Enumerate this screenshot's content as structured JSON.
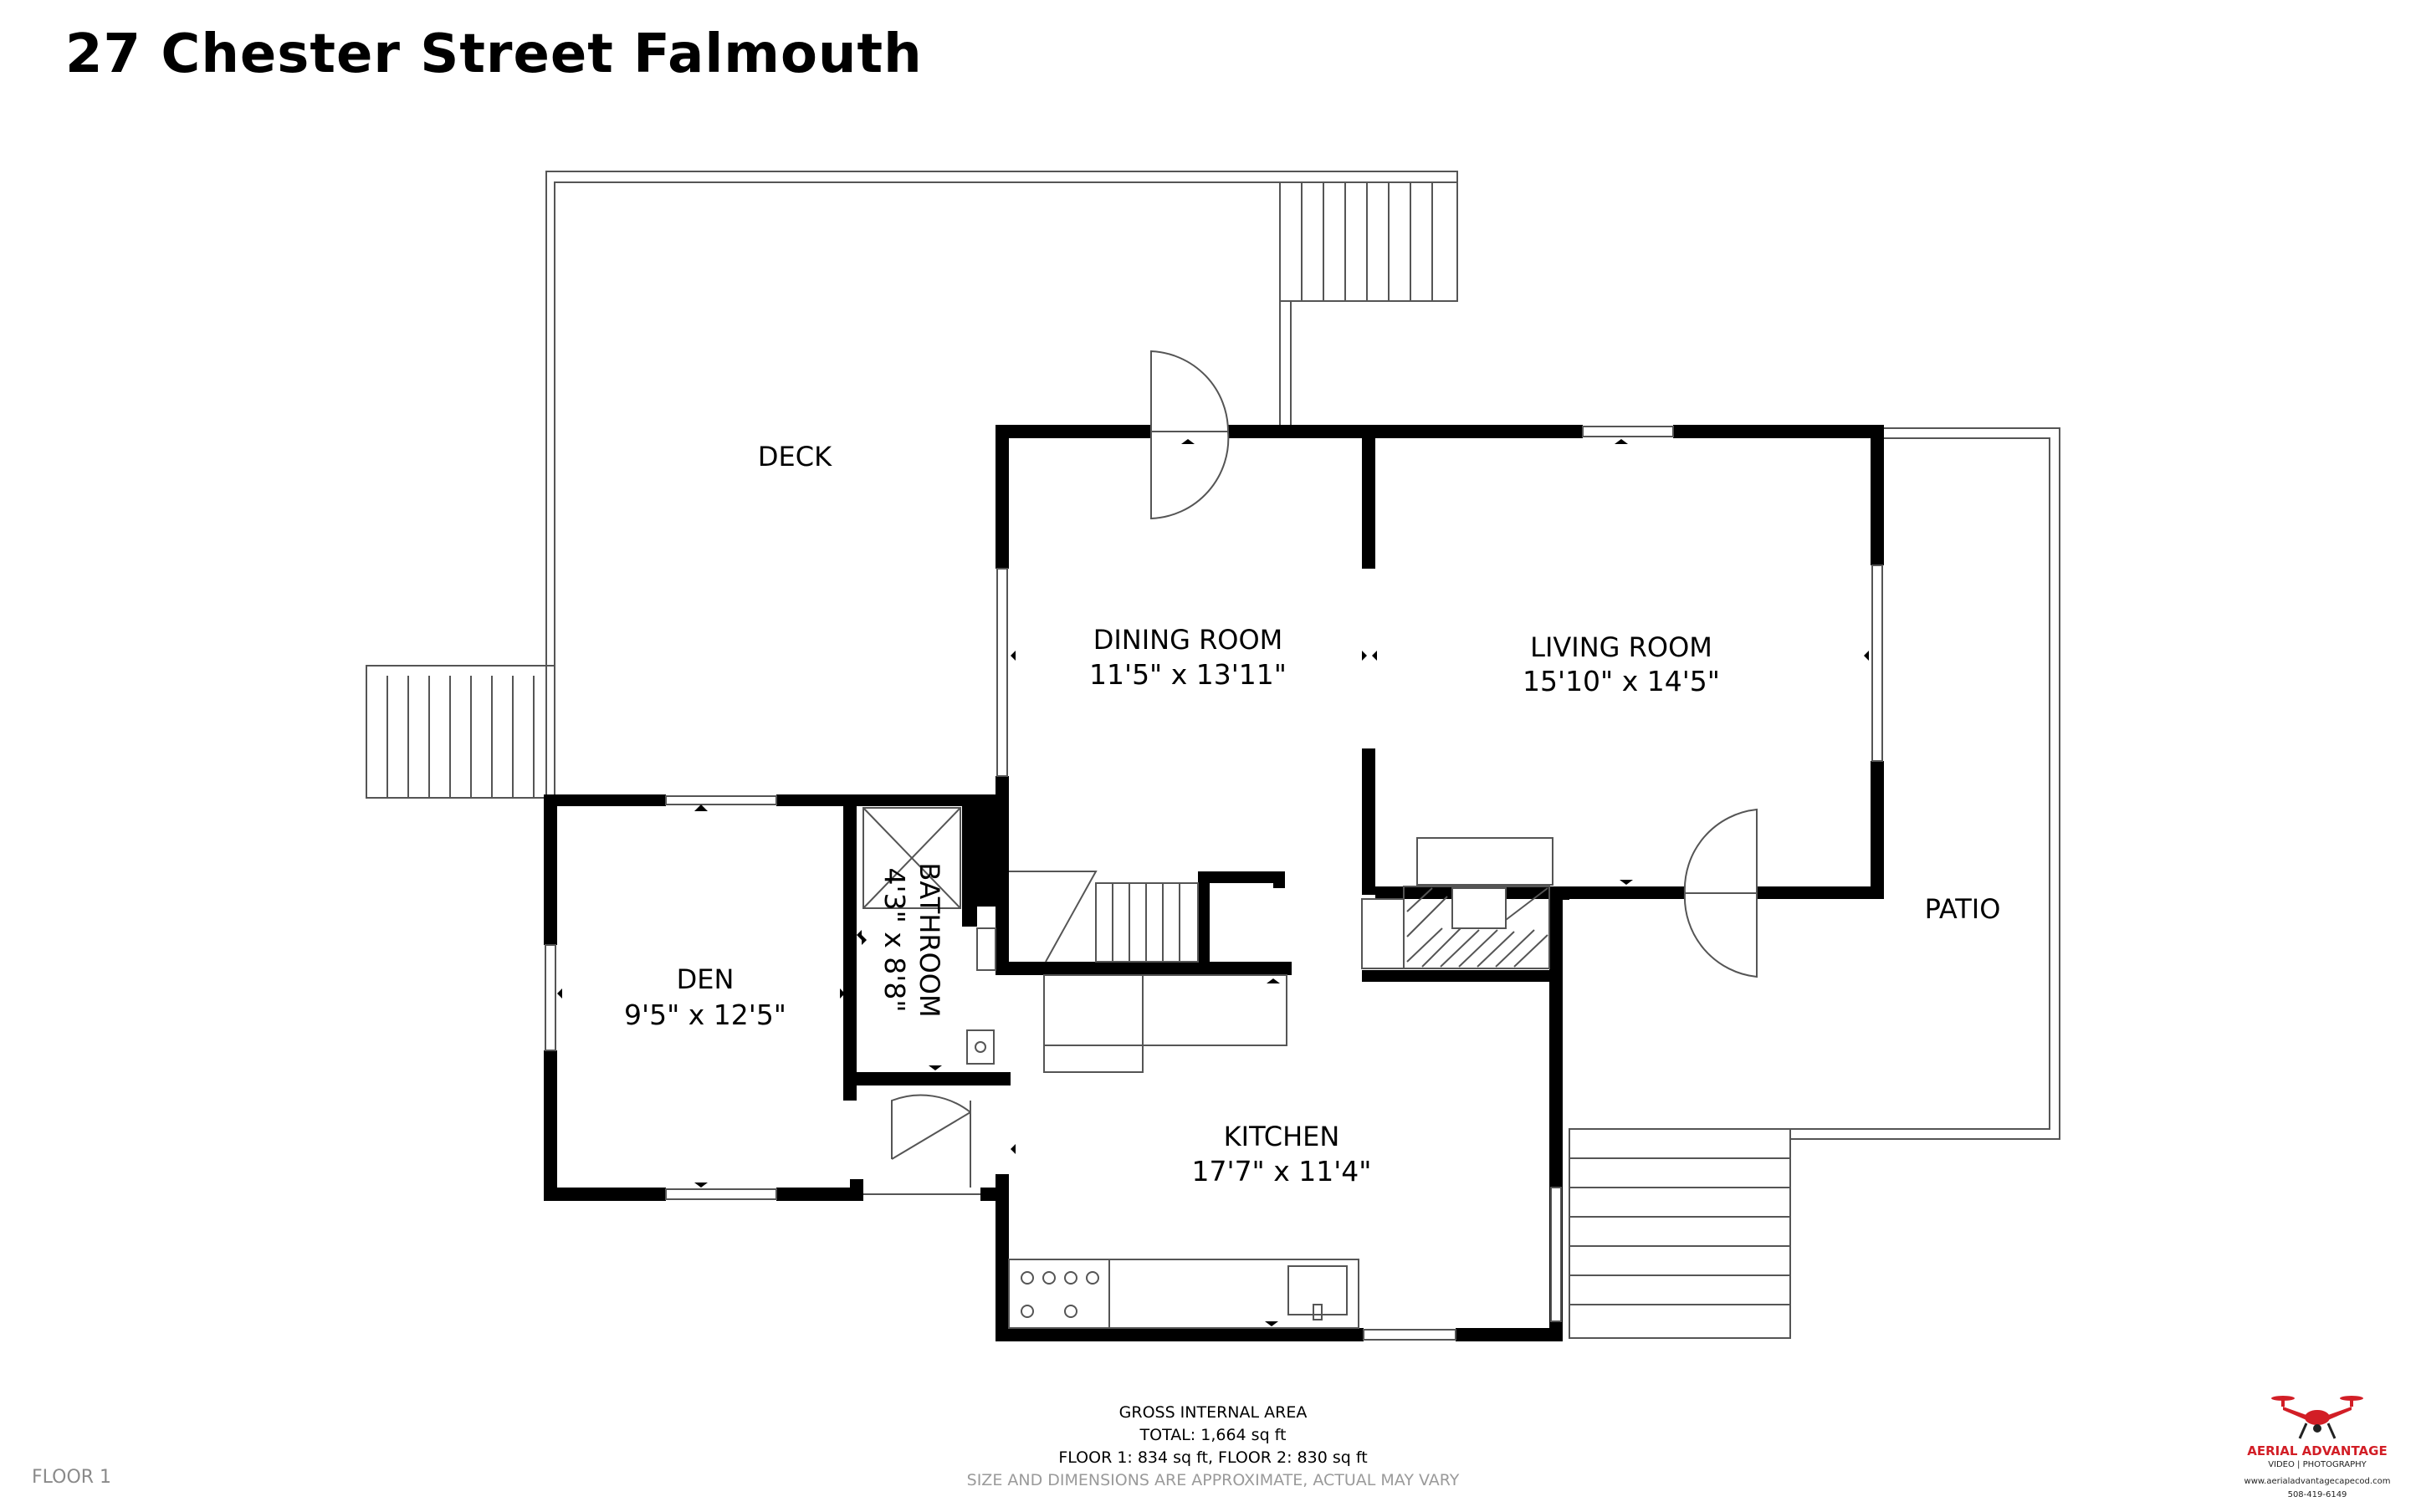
{
  "title": "27 Chester Street Falmouth",
  "rooms": {
    "deck": {
      "name": "DECK"
    },
    "dining": {
      "name": "DINING ROOM",
      "dims": "11'5\" x 13'11\""
    },
    "living": {
      "name": "LIVING ROOM",
      "dims": "15'10\" x 14'5\""
    },
    "den": {
      "name": "DEN",
      "dims": "9'5\" x 12'5\""
    },
    "bathroom": {
      "name": "BATHROOM",
      "dims": "4'3\" x 8'8\""
    },
    "kitchen": {
      "name": "KITCHEN",
      "dims": "17'7\" x 11'4\""
    },
    "patio": {
      "name": "PATIO"
    }
  },
  "area": {
    "heading": "GROSS INTERNAL AREA",
    "total": "TOTAL: 1,664 sq ft",
    "floors": "FLOOR 1: 834 sq ft, FLOOR 2: 830 sq ft",
    "note": "SIZE AND DIMENSIONS ARE APPROXIMATE, ACTUAL MAY VARY"
  },
  "floor_label": "FLOOR 1",
  "logo": {
    "brand": "AERIAL ADVANTAGE",
    "sub": "VIDEO | PHOTOGRAPHY",
    "website": "www.aerialadvantagecapecod.com",
    "phone": "508-419-6149",
    "color": "#d21e26"
  }
}
